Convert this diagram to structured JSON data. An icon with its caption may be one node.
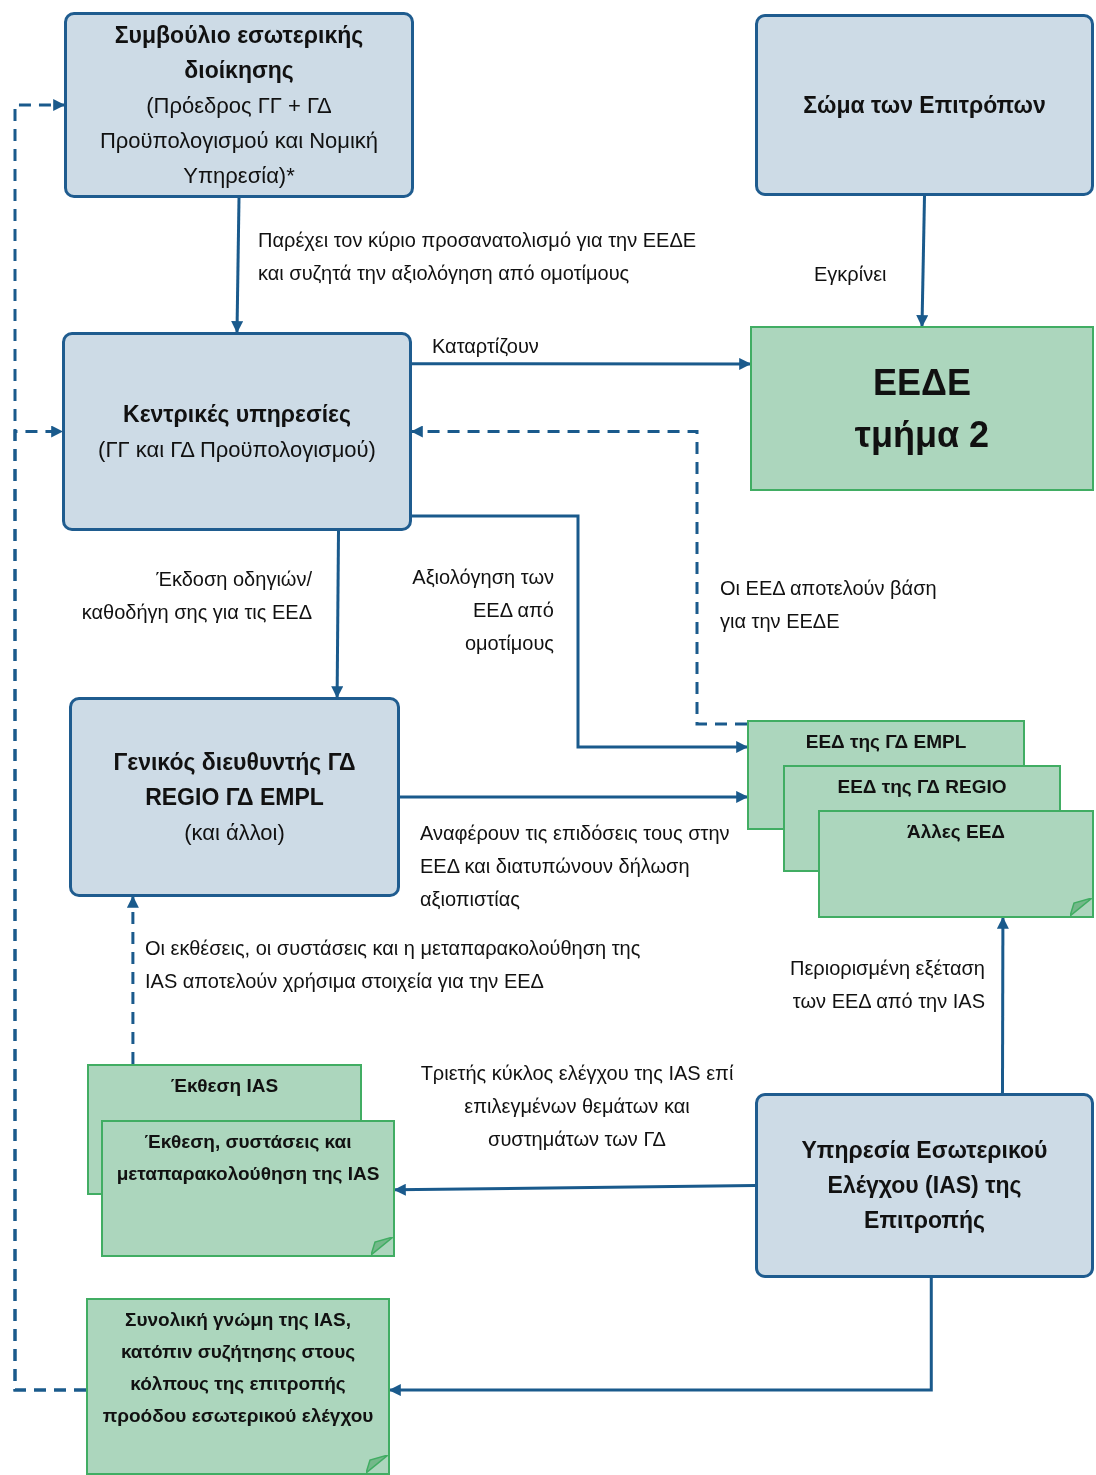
{
  "diagram": {
    "nodes": [
      {
        "text": [
          "Συμβούλιο εσωτερικής διοίκησης",
          "(Πρόεδρος ΓΓ + ΓΔ Προϋπολογισμού και Νομική Υπηρεσία)*"
        ]
      },
      {
        "text": [
          "Σώμα των Επιτρόπων"
        ]
      },
      {
        "text": [
          "Κεντρικές υπηρεσίες",
          "(ΓΓ και ΓΔ Προϋπολογισμού)"
        ]
      },
      {
        "text": [
          "ΕΕΔΕ τμήμα 2"
        ]
      },
      {
        "text": [
          "Γενικός διευθυντής ΓΔ REGIO ΓΔ EMPL",
          "(και άλλοι)"
        ]
      },
      {
        "text": [
          "ΕΕΔ της ΓΔ EMPL"
        ]
      },
      {
        "text": [
          "ΕΕΔ της ΓΔ REGIO"
        ]
      },
      {
        "text": [
          "Άλλες ΕΕΔ"
        ]
      },
      {
        "text": [
          "Έκθεση IAS"
        ]
      },
      {
        "text": [
          "Έκθεση, συστάσεις και μεταπαρακολούθηση της IAS"
        ]
      },
      {
        "text": [
          "Υπηρεσία Εσωτερικού Ελέγχου (IAS) της Επιτροπής"
        ]
      },
      {
        "text": [
          "Συνολική γνώμη της IAS, κατόπιν συζήτησης στους κόλπους της επιτροπής προόδου εσωτερικού ελέγχου"
        ]
      }
    ],
    "edges": [
      {
        "from": 0,
        "to": 2,
        "arrow": "to",
        "label": "Παρέχει τον κύριο προσανατολισμό για την ΕΕΔΕ και συζητά την αξιολόγηση από ομοτίμους"
      },
      {
        "from": 1,
        "to": 3,
        "arrow": "to",
        "label": "Εγκρίνει"
      },
      {
        "from": 2,
        "to": 3,
        "arrow": "to",
        "label": "Καταρτίζουν"
      },
      {
        "from": 5,
        "to": 2,
        "arrow": "to",
        "style": "dashed",
        "label": "Οι ΕΕΔ αποτελούν βάση για την ΕΕΔΕ"
      },
      {
        "from": 2,
        "to": 5,
        "arrow": "to",
        "label": "Αξιολόγηση των ΕΕΔ από ομοτίμους"
      },
      {
        "from": 2,
        "to": 4,
        "arrow": "to",
        "label": "Έκδοση οδηγιών/καθοδήγη σης για τις ΕΕΔ"
      },
      {
        "from": 4,
        "to": 5,
        "arrow": "to",
        "label": "Αναφέρουν τις επιδόσεις τους στην ΕΕΔ και διατυπώνουν δήλωση αξιοπιστίας"
      },
      {
        "from": 8,
        "to": 4,
        "arrow": "to",
        "style": "dashed",
        "label": "Οι εκθέσεις, οι συστάσεις και η μεταπαρακολούθηση  της IAS αποτελούν χρήσιμα στοιχεία για την ΕΕΔ"
      },
      {
        "from": 10,
        "to": 7,
        "arrow": "to",
        "label": "Περιορισμένη εξέταση των ΕΕΔ από την IAS"
      },
      {
        "from": 10,
        "to": 9,
        "arrow": "to",
        "label": "Τριετής κύκλος ελέγχου της IAS επί επιλεγμένων θεμάτων και συστημάτων των ΓΔ"
      },
      {
        "from": 10,
        "to": 11,
        "arrow": "to"
      },
      {
        "from": 11,
        "to": 0,
        "arrow": "to",
        "style": "dashed"
      },
      {
        "from": 11,
        "to": 2,
        "arrow": "to",
        "style": "dashed"
      }
    ]
  }
}
